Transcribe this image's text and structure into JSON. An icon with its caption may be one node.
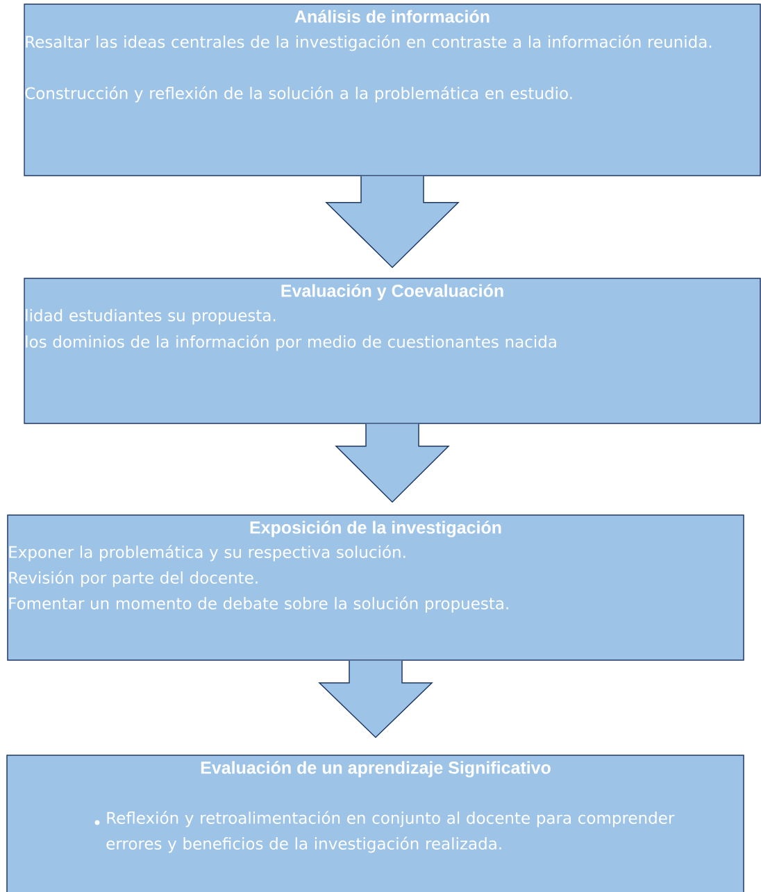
{
  "diagram": {
    "nodes": [
      {
        "text": [
          "Análisis de información",
          "Resaltar las ideas centrales de la investigación en contraste a la información reunida.",
          "Construcción y reflexión de la solución a la problemática en estudio."
        ]
      },
      {
        "text": [
          "Evaluación y Coevaluación",
          "lidad estudiantes su propuesta.",
          "los dominios de la información por medio de cuestionantes nacida"
        ]
      },
      {
        "text": [
          "Exposición de la investigación",
          "Exponer la problemática y su respectiva solución.",
          "Revisión por parte del docente.",
          "Fomentar un momento de debate sobre la solución propuesta."
        ]
      },
      {
        "text": [
          "Evaluación de un aprendizaje Significativo",
          "Reflexión y retroalimentación en conjunto al docente para comprender errores y beneficios de la investigación realizada."
        ]
      }
    ],
    "edges": [
      {
        "from": 0,
        "to": 1,
        "arrow": "to"
      },
      {
        "from": 1,
        "to": 2,
        "arrow": "to"
      },
      {
        "from": 2,
        "to": 3,
        "arrow": "to"
      }
    ]
  }
}
